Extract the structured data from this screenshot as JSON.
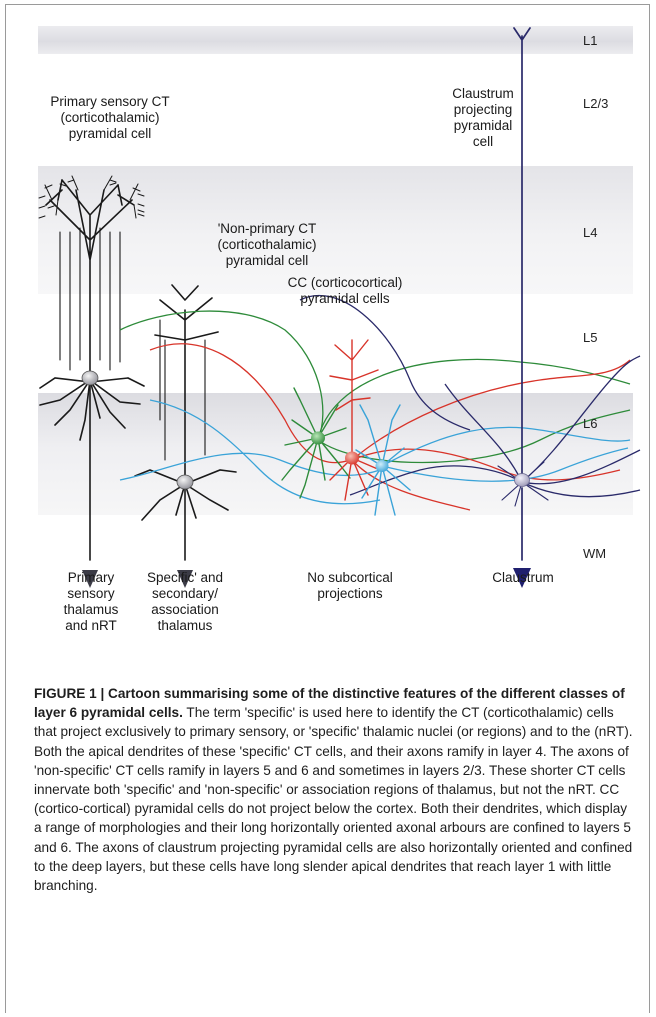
{
  "layers": [
    "L1",
    "L2/3",
    "L4",
    "L5",
    "L6",
    "WM"
  ],
  "cell_labels": {
    "primary_ct": "Primary sensory CT\n(corticothalamic)\npyramidal cell",
    "nonprimary_ct": "'Non-primary CT\n(corticothalamic)\npyramidal cell",
    "cc": "CC (corticocortical)\npyramidal cells",
    "claustrum_cell": "Claustrum\nprojecting\npyramidal\ncell"
  },
  "target_labels": {
    "primary": "Primary\nsensory\nthalamus\nand nRT",
    "specific": "Specific' and\nsecondary/\nassociation\nthalamus",
    "none": "No subcortical\nprojections",
    "claustrum": "Claustrum"
  },
  "colors": {
    "black_neuron": "#1a1a1a",
    "green_axon": "#2e8b3a",
    "red_axon": "#d8342a",
    "blue_axon": "#3aa3d8",
    "navy_axon": "#2a2a6a"
  },
  "caption": {
    "title": "FIGURE 1 | Cartoon summarising some of the distinctive features of the different classes of layer 6 pyramidal cells.",
    "body": " The term 'specific' is used here to identify the CT (corticothalamic) cells that project exclusively to primary sensory, or 'specific' thalamic nuclei (or regions) and to the (nRT). Both the apical dendrites of these 'specific' CT cells, and their axons ramify in layer 4. The axons of 'non-specific' CT cells ramify in layers 5 and 6 and sometimes in layers 2/3. These shorter CT cells innervate both 'specific' and 'non-specific' or association regions of thalamus, but not the nRT. CC (cortico-cortical) pyramidal cells do not project below the cortex. Both their dendrites, which display a range of morphologies and their long horizontally oriented axonal arbours are confined to layers 5 and 6. The axons of claustrum projecting pyramidal cells are also horizontally oriented and confined to the deep layers, but these cells have long slender apical dendrites that reach layer 1 with little branching."
  }
}
